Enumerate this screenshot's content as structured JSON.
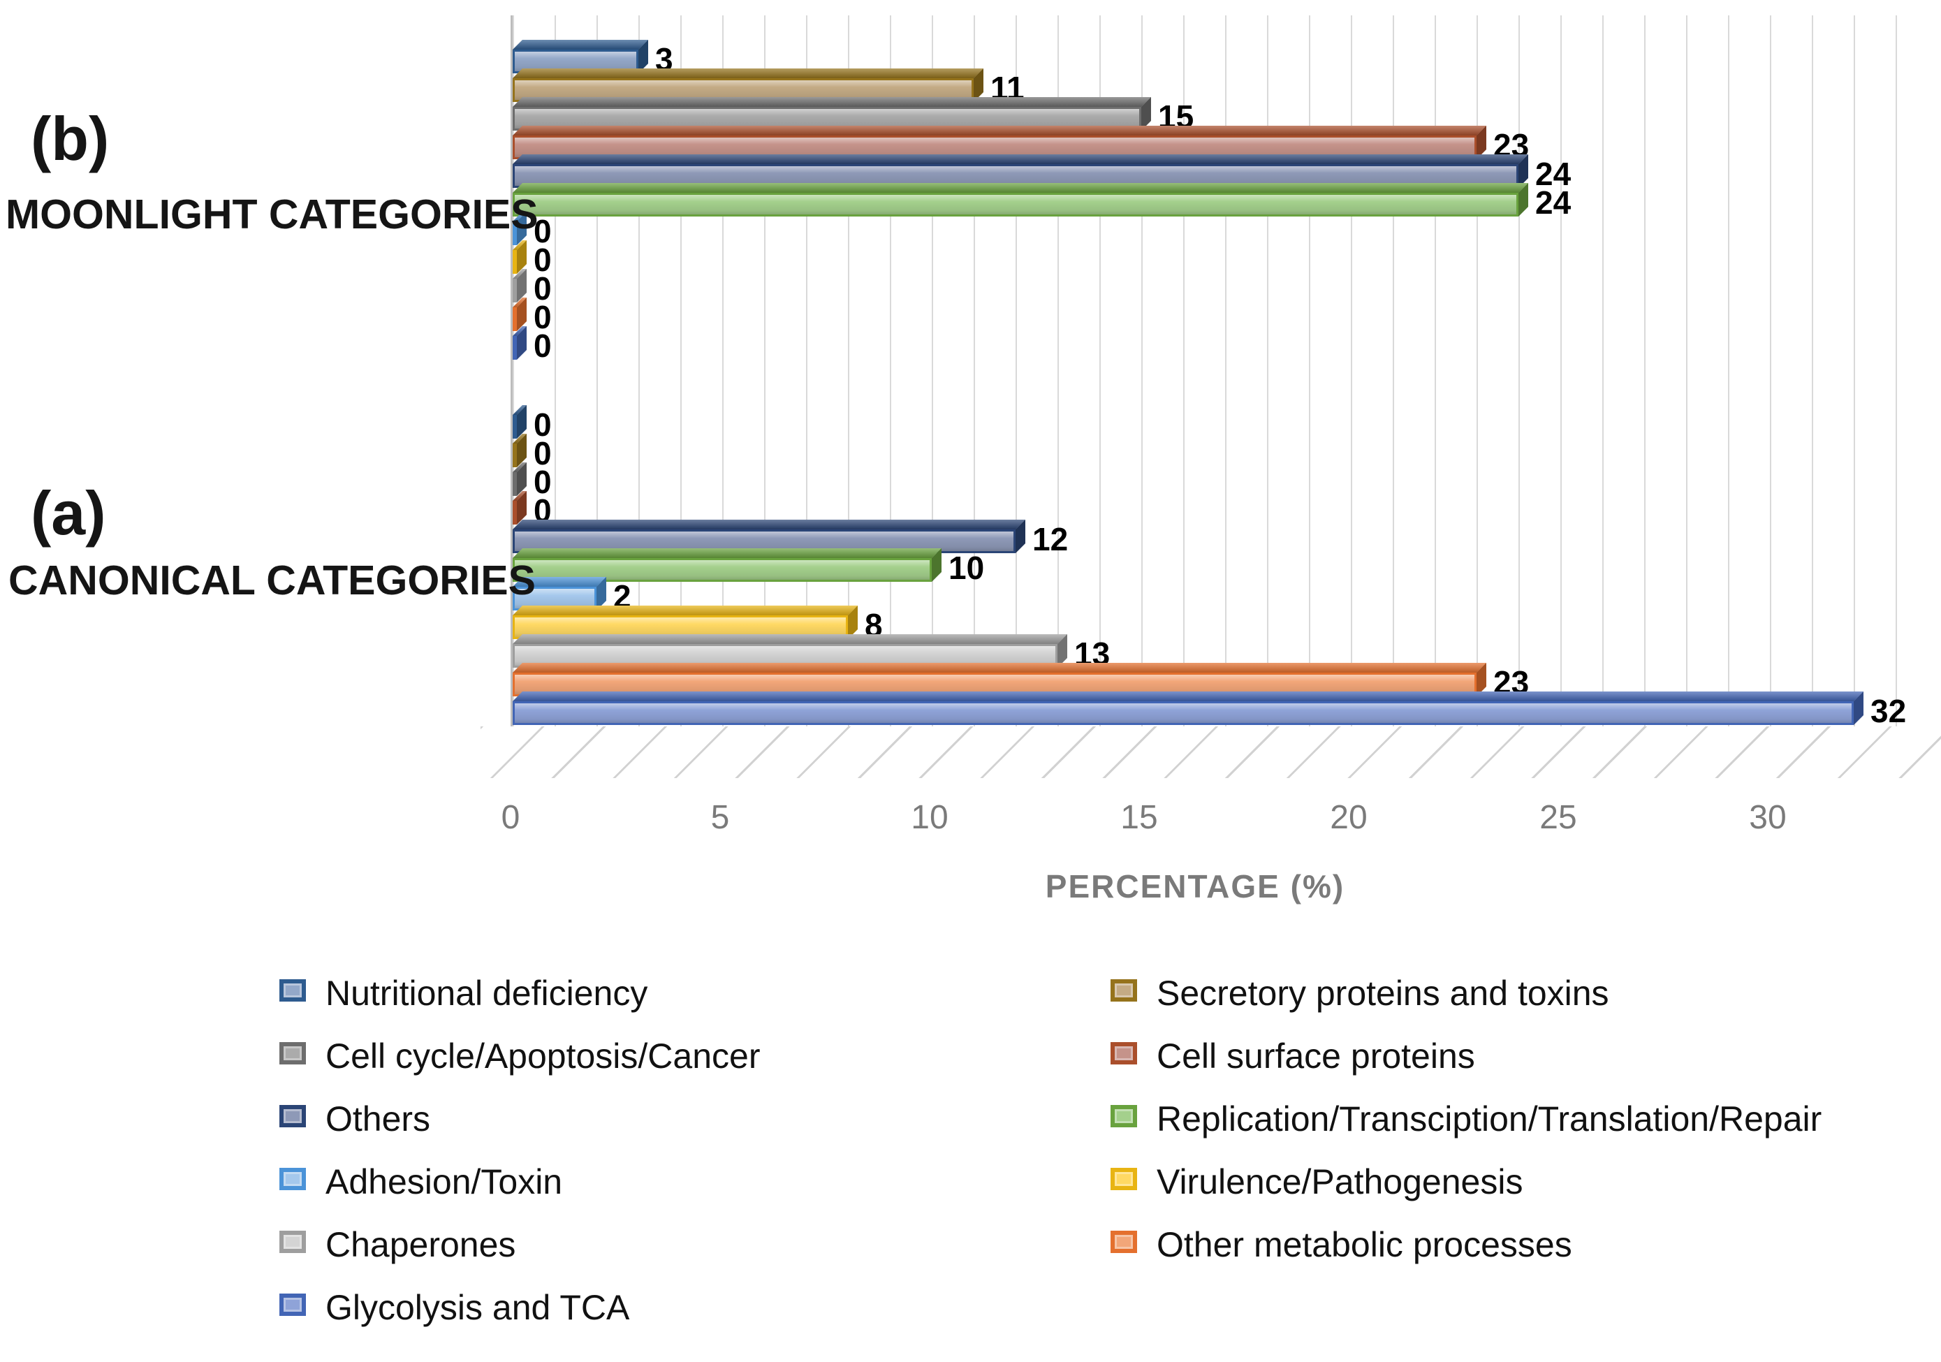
{
  "chart_data": {
    "type": "bar",
    "orientation": "horizontal",
    "title": "",
    "xlabel": "PERCENTAGE (%)",
    "x_ticks": [
      0,
      5,
      10,
      15,
      20,
      25,
      30
    ],
    "x_range": [
      0,
      34
    ],
    "grid": "minor vertical gridlines every 1 unit",
    "legend_position": "bottom, two columns",
    "value_labels": "bold black numbers at end of each bar",
    "categories": [
      {
        "name": "Nutritional deficiency",
        "fill": "#94a8c9",
        "border": "#2e5b8f"
      },
      {
        "name": "Secretory proteins and toxins",
        "fill": "#c4ab85",
        "border": "#95731c"
      },
      {
        "name": "Cell cycle/Apoptosis/Cancer",
        "fill": "#ababab",
        "border": "#6d6d6d"
      },
      {
        "name": "Cell surface proteins",
        "fill": "#c5938a",
        "border": "#aa4f2c"
      },
      {
        "name": "Others",
        "fill": "#8e99b7",
        "border": "#2b4576"
      },
      {
        "name": "Replication/Transciption/Translation/Repair",
        "fill": "#a4d08c",
        "border": "#69a23e"
      },
      {
        "name": "Adhesion/Toxin",
        "fill": "#a5c8ec",
        "border": "#4b93d8"
      },
      {
        "name": "Virulence/Pathogenesis",
        "fill": "#ffd964",
        "border": "#e8b413"
      },
      {
        "name": "Chaperones",
        "fill": "#d4d4d4",
        "border": "#9e9e9e"
      },
      {
        "name": "Other metabolic processes",
        "fill": "#f2a679",
        "border": "#e4702e"
      },
      {
        "name": "Glycolysis and TCA",
        "fill": "#8fa3d8",
        "border": "#4265b5"
      }
    ],
    "groups": [
      {
        "id": "b",
        "prefix": "(b)",
        "label": "MOONLIGHT CATEGORIES",
        "values": [
          3,
          11,
          15,
          23,
          24,
          24,
          0,
          0,
          0,
          0,
          0
        ]
      },
      {
        "id": "a",
        "prefix": "(a)",
        "label": "CANONICAL CATEGORIES",
        "values": [
          0,
          0,
          0,
          0,
          12,
          10,
          2,
          8,
          13,
          23,
          32
        ]
      }
    ],
    "legend_columns": [
      [
        0,
        2,
        4,
        6,
        8,
        10
      ],
      [
        1,
        3,
        5,
        7,
        9
      ]
    ]
  }
}
